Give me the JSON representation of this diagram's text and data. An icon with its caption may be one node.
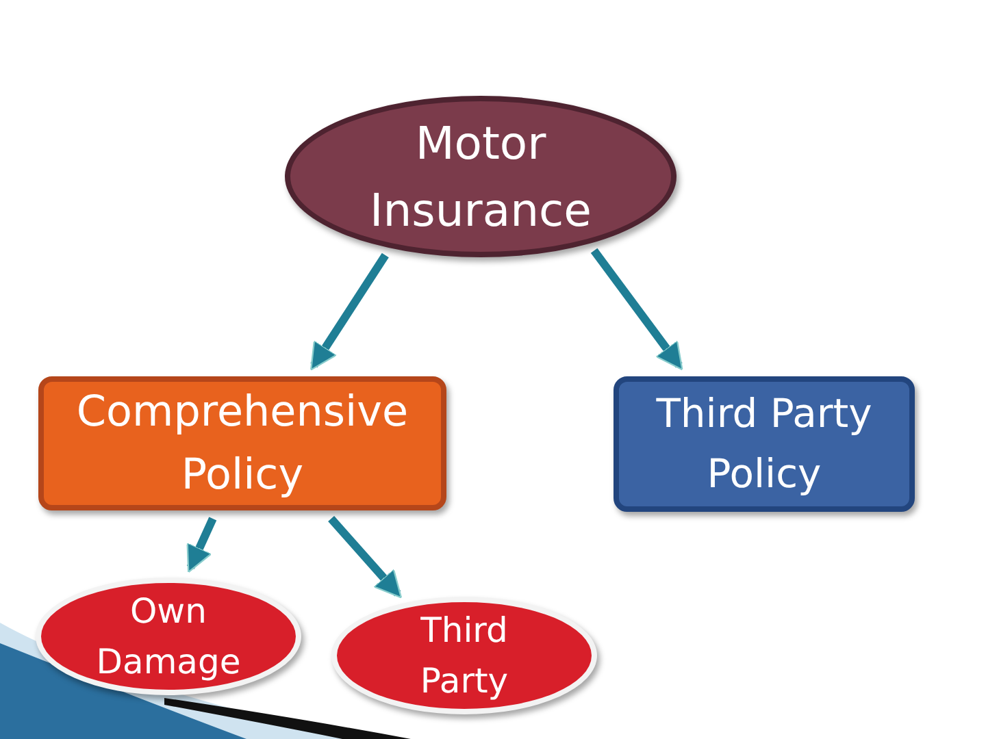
{
  "diagram": {
    "nodes": [
      {
        "text": [
          "Motor Insurance"
        ]
      },
      {
        "text": [
          "Comprehensive Policy"
        ]
      },
      {
        "text": [
          "Third Party Policy"
        ]
      },
      {
        "text": [
          "Own Damage"
        ]
      },
      {
        "text": [
          "Third Party"
        ]
      }
    ],
    "edges": [
      {
        "from": 0,
        "to": 1,
        "arrow": "to"
      },
      {
        "from": 0,
        "to": 2,
        "arrow": "to"
      },
      {
        "from": 1,
        "to": 3,
        "arrow": "to"
      },
      {
        "from": 1,
        "to": 4,
        "arrow": "to"
      }
    ]
  }
}
